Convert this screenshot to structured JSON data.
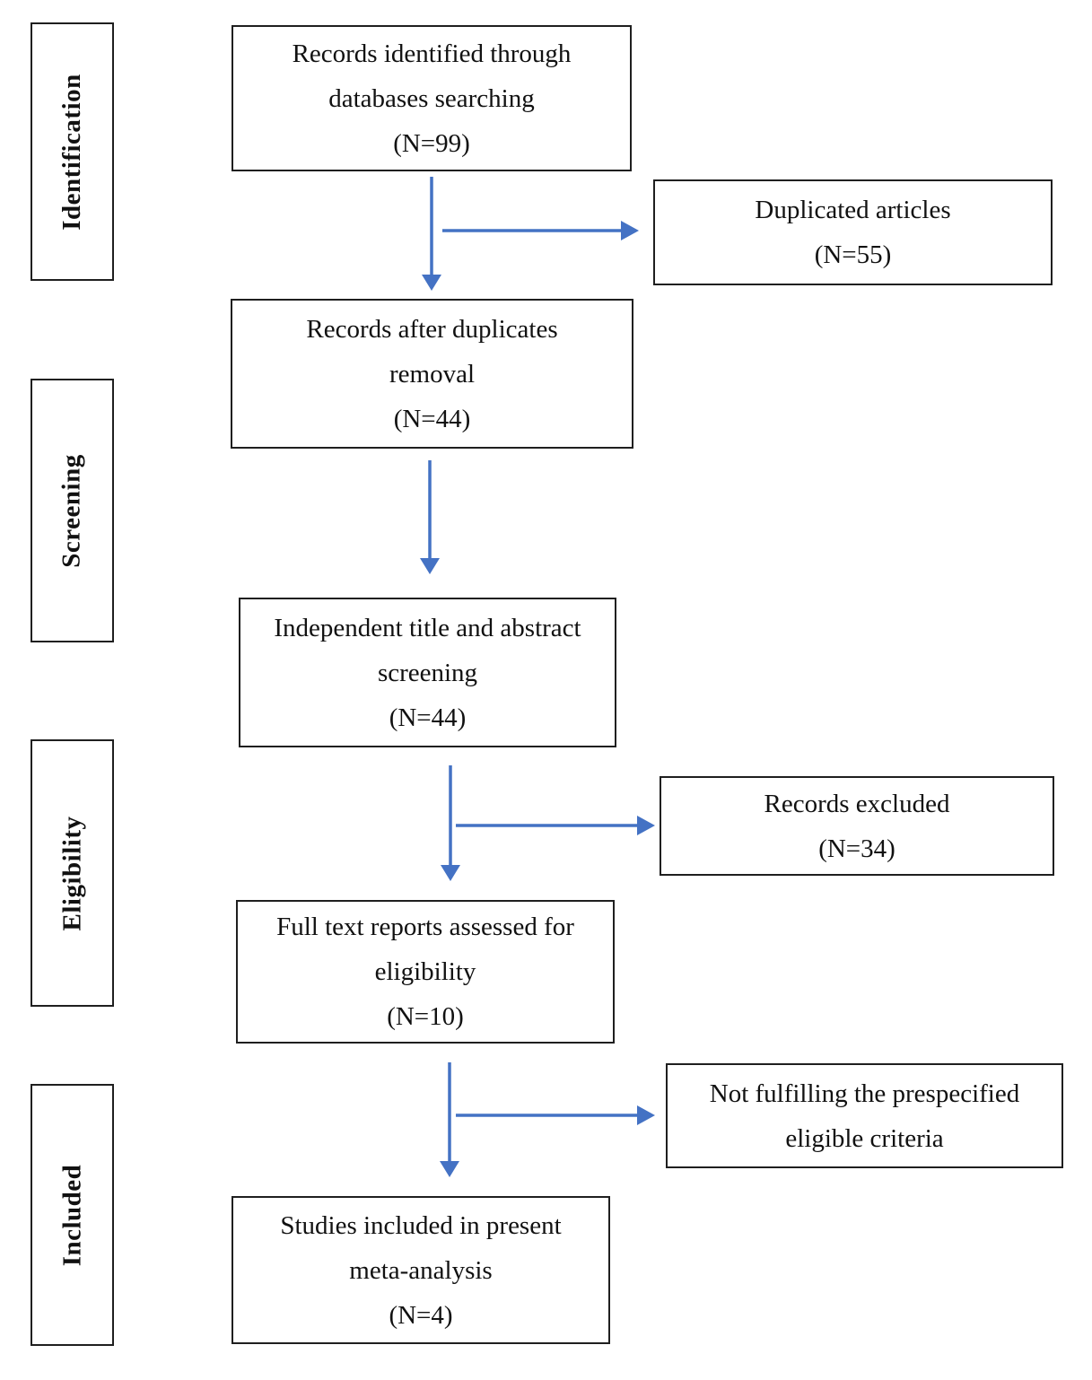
{
  "diagram": {
    "stages": [
      {
        "label": "Identification"
      },
      {
        "label": "Screening"
      },
      {
        "label": "Eligibility"
      },
      {
        "label": "Included"
      }
    ],
    "main_boxes": [
      {
        "lines": [
          "Records identified through",
          "databases searching",
          "(N=99)"
        ]
      },
      {
        "lines": [
          "Records after duplicates",
          "removal",
          "(N=44)"
        ]
      },
      {
        "lines": [
          "Independent title and abstract",
          "screening",
          "(N=44)"
        ]
      },
      {
        "lines": [
          "Full text reports assessed for",
          "eligibility",
          "(N=10)"
        ]
      },
      {
        "lines": [
          "Studies included in present",
          "meta-analysis",
          "(N=4)"
        ]
      }
    ],
    "side_boxes": [
      {
        "lines": [
          "Duplicated articles",
          "(N=55)"
        ]
      },
      {
        "lines": [
          "Records excluded",
          "(N=34)"
        ]
      },
      {
        "lines": [
          "Not fulfilling the prespecified",
          "eligible criteria"
        ]
      }
    ],
    "colors": {
      "arrow": "#4472C4",
      "border": "#1f1f1f",
      "bg": "#ffffff",
      "text": "#111111"
    }
  }
}
